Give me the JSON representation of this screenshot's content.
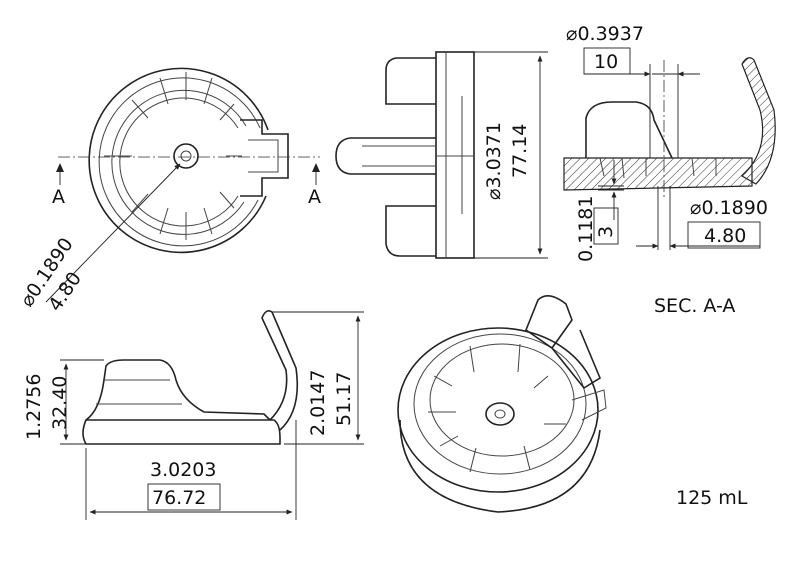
{
  "section_marker": "A",
  "top_view": {
    "hole_dia_in": "⌀0.1890",
    "hole_dia_mm": "4.80"
  },
  "side_view": {
    "dia_in": "⌀3.0371",
    "dia_mm": "77.14"
  },
  "section_view": {
    "title": "SEC. A-A",
    "top_dia_in": "⌀0.3937",
    "top_dia_mm": "10",
    "hole_dia_in": "⌀0.1890",
    "hole_dia_mm": "4.80",
    "depth_in": "0.1181",
    "depth_mm": "3"
  },
  "front_view": {
    "height_in": "1.2756",
    "height_mm": "32.40",
    "total_height_in": "2.0147",
    "total_height_mm": "51.17",
    "width_in": "3.0203",
    "width_mm": "76.72"
  },
  "capacity": "125 mL"
}
